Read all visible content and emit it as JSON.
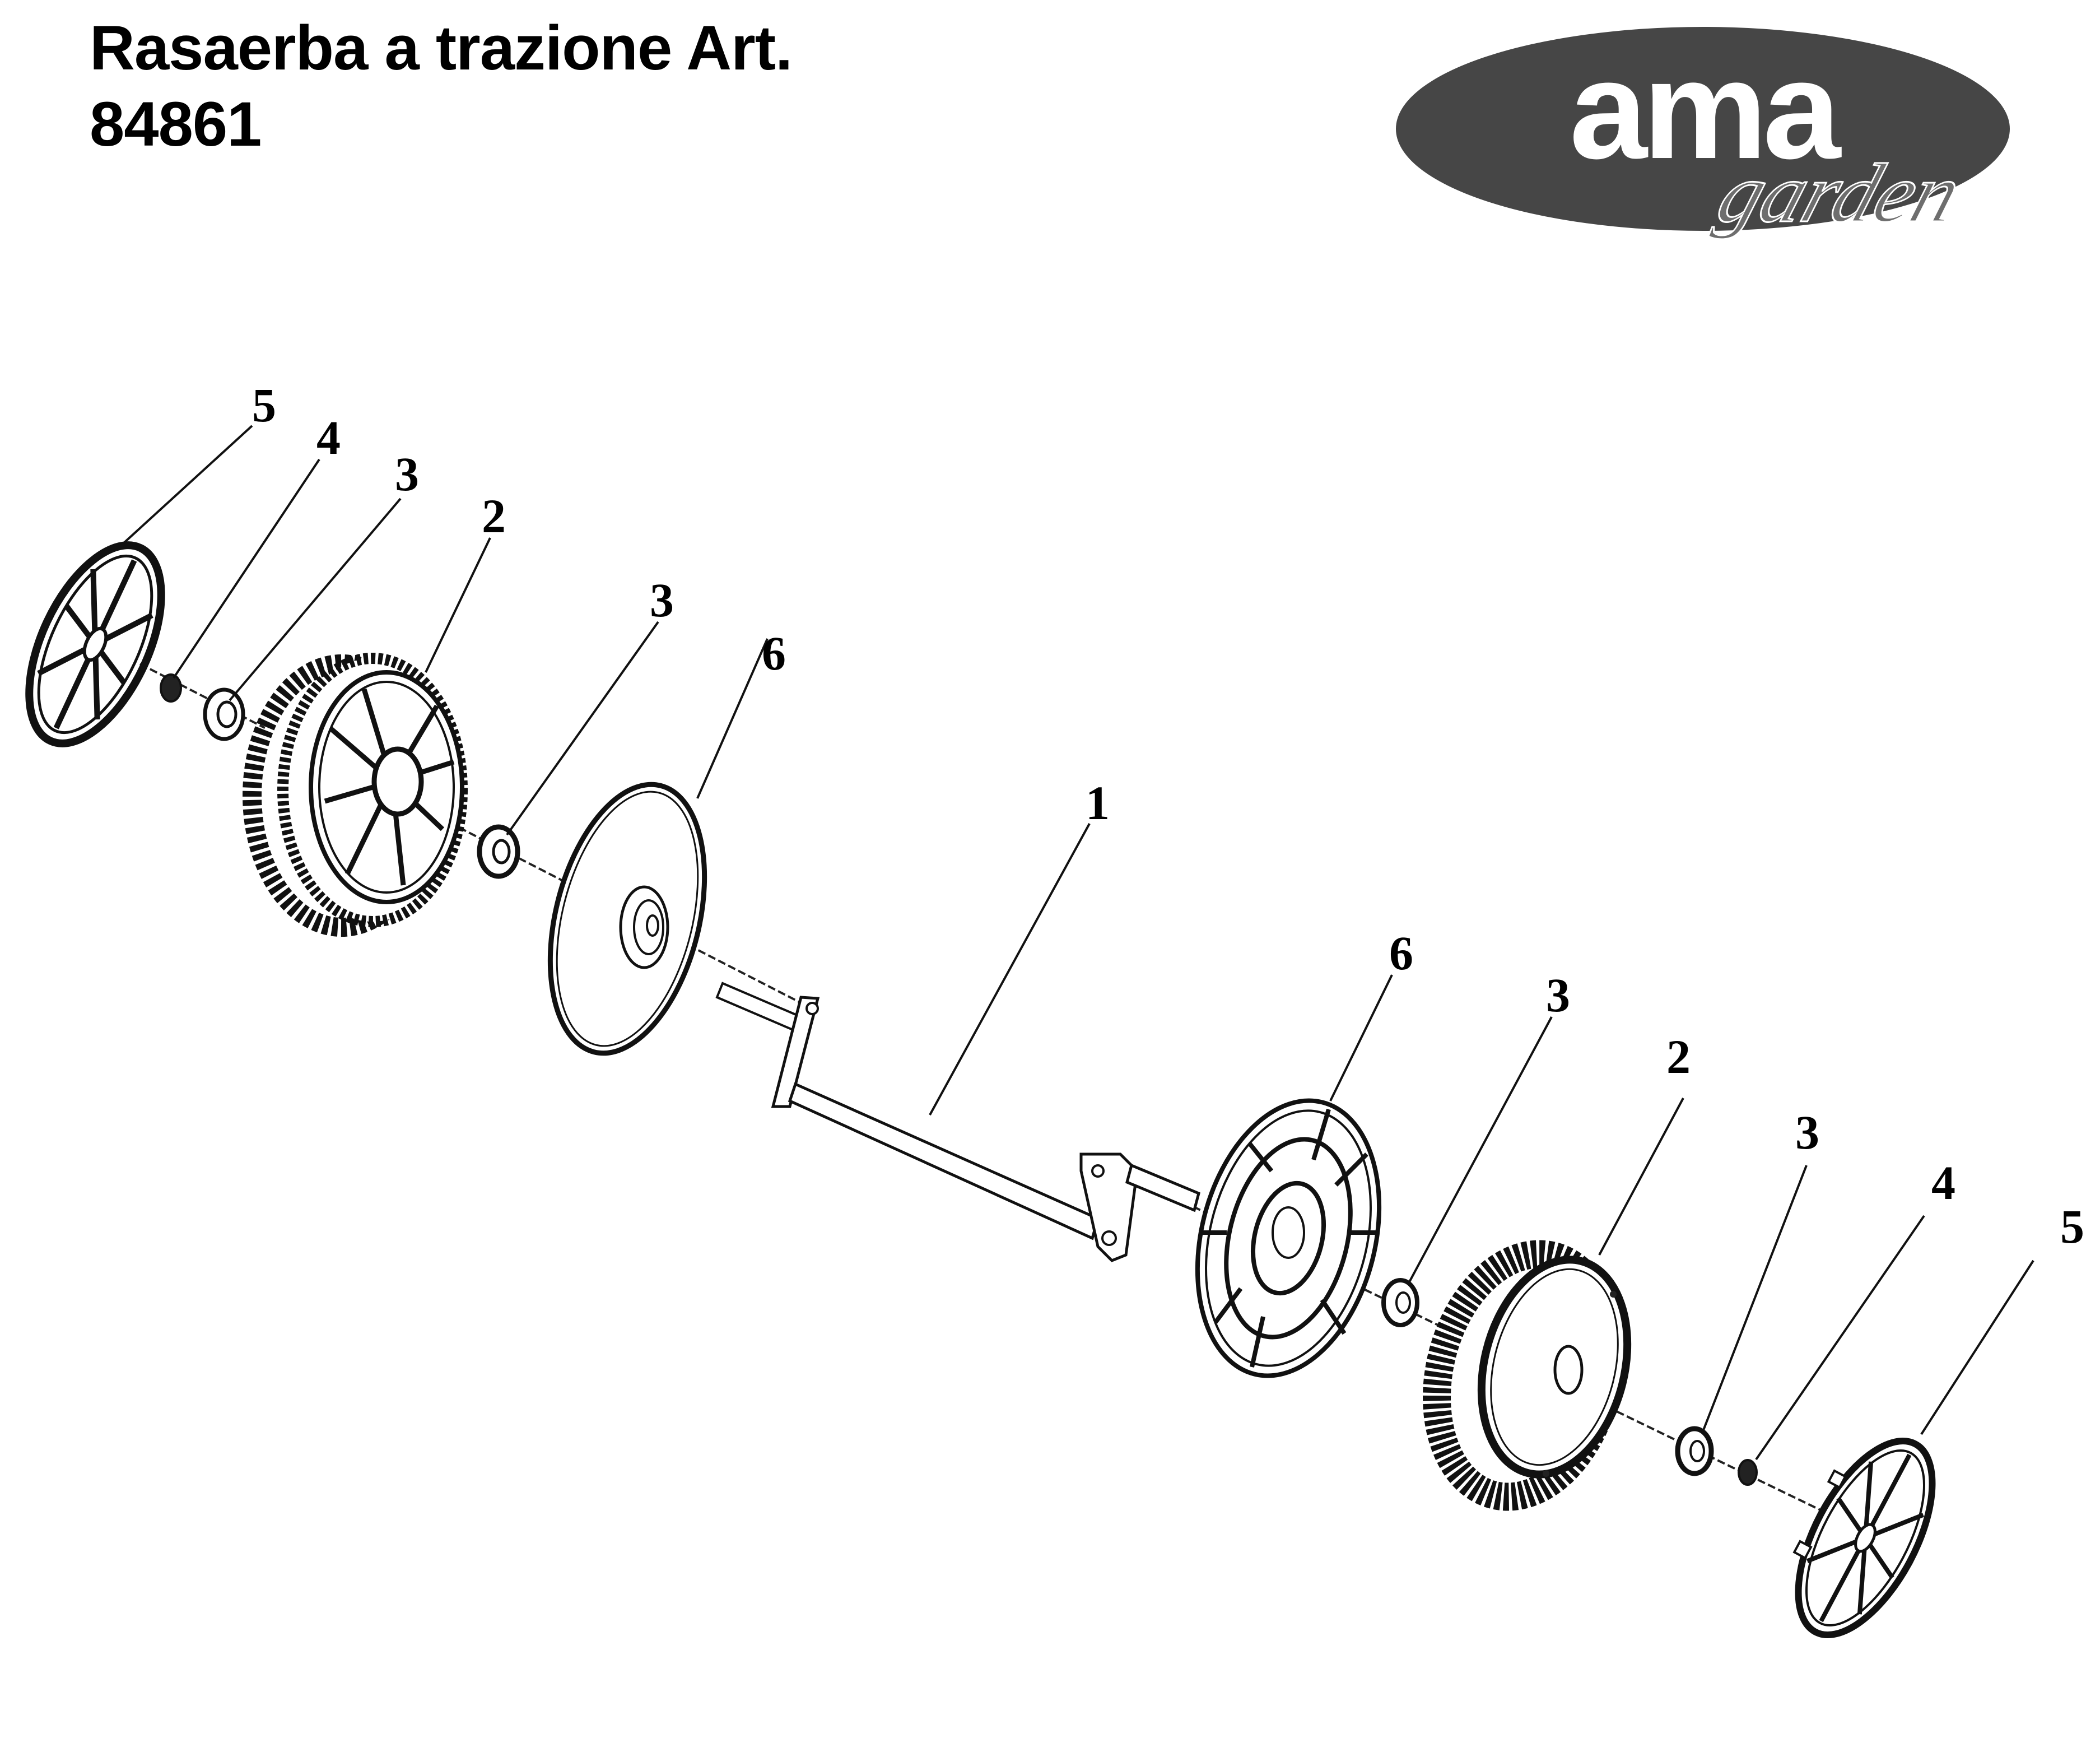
{
  "document": {
    "title_line1": "Rasaerba a trazione Art.",
    "title_line2": "84861"
  },
  "logo": {
    "brand": "ama",
    "sub": "garden",
    "ellipse_color": "#464646",
    "text_color": "#ffffff",
    "sub_color": "#6e6e6e"
  },
  "diagram": {
    "type": "exploded-parts-view",
    "subject": "rear wheel axle assembly",
    "callouts": [
      {
        "id": "c5-left",
        "label": "5",
        "part": "hubcap"
      },
      {
        "id": "c4-left",
        "label": "4",
        "part": "nut"
      },
      {
        "id": "c3-left-a",
        "label": "3",
        "part": "bearing"
      },
      {
        "id": "c2-left",
        "label": "2",
        "part": "wheel"
      },
      {
        "id": "c3-left-b",
        "label": "3",
        "part": "bearing"
      },
      {
        "id": "c6-left",
        "label": "6",
        "part": "gear cover disc"
      },
      {
        "id": "c1",
        "label": "1",
        "part": "axle"
      },
      {
        "id": "c6-right",
        "label": "6",
        "part": "gear cover disc"
      },
      {
        "id": "c3-right-a",
        "label": "3",
        "part": "bearing"
      },
      {
        "id": "c2-right",
        "label": "2",
        "part": "wheel"
      },
      {
        "id": "c3-right-b",
        "label": "3",
        "part": "bearing"
      },
      {
        "id": "c4-right",
        "label": "4",
        "part": "nut"
      },
      {
        "id": "c5-right",
        "label": "5",
        "part": "hubcap"
      }
    ]
  }
}
